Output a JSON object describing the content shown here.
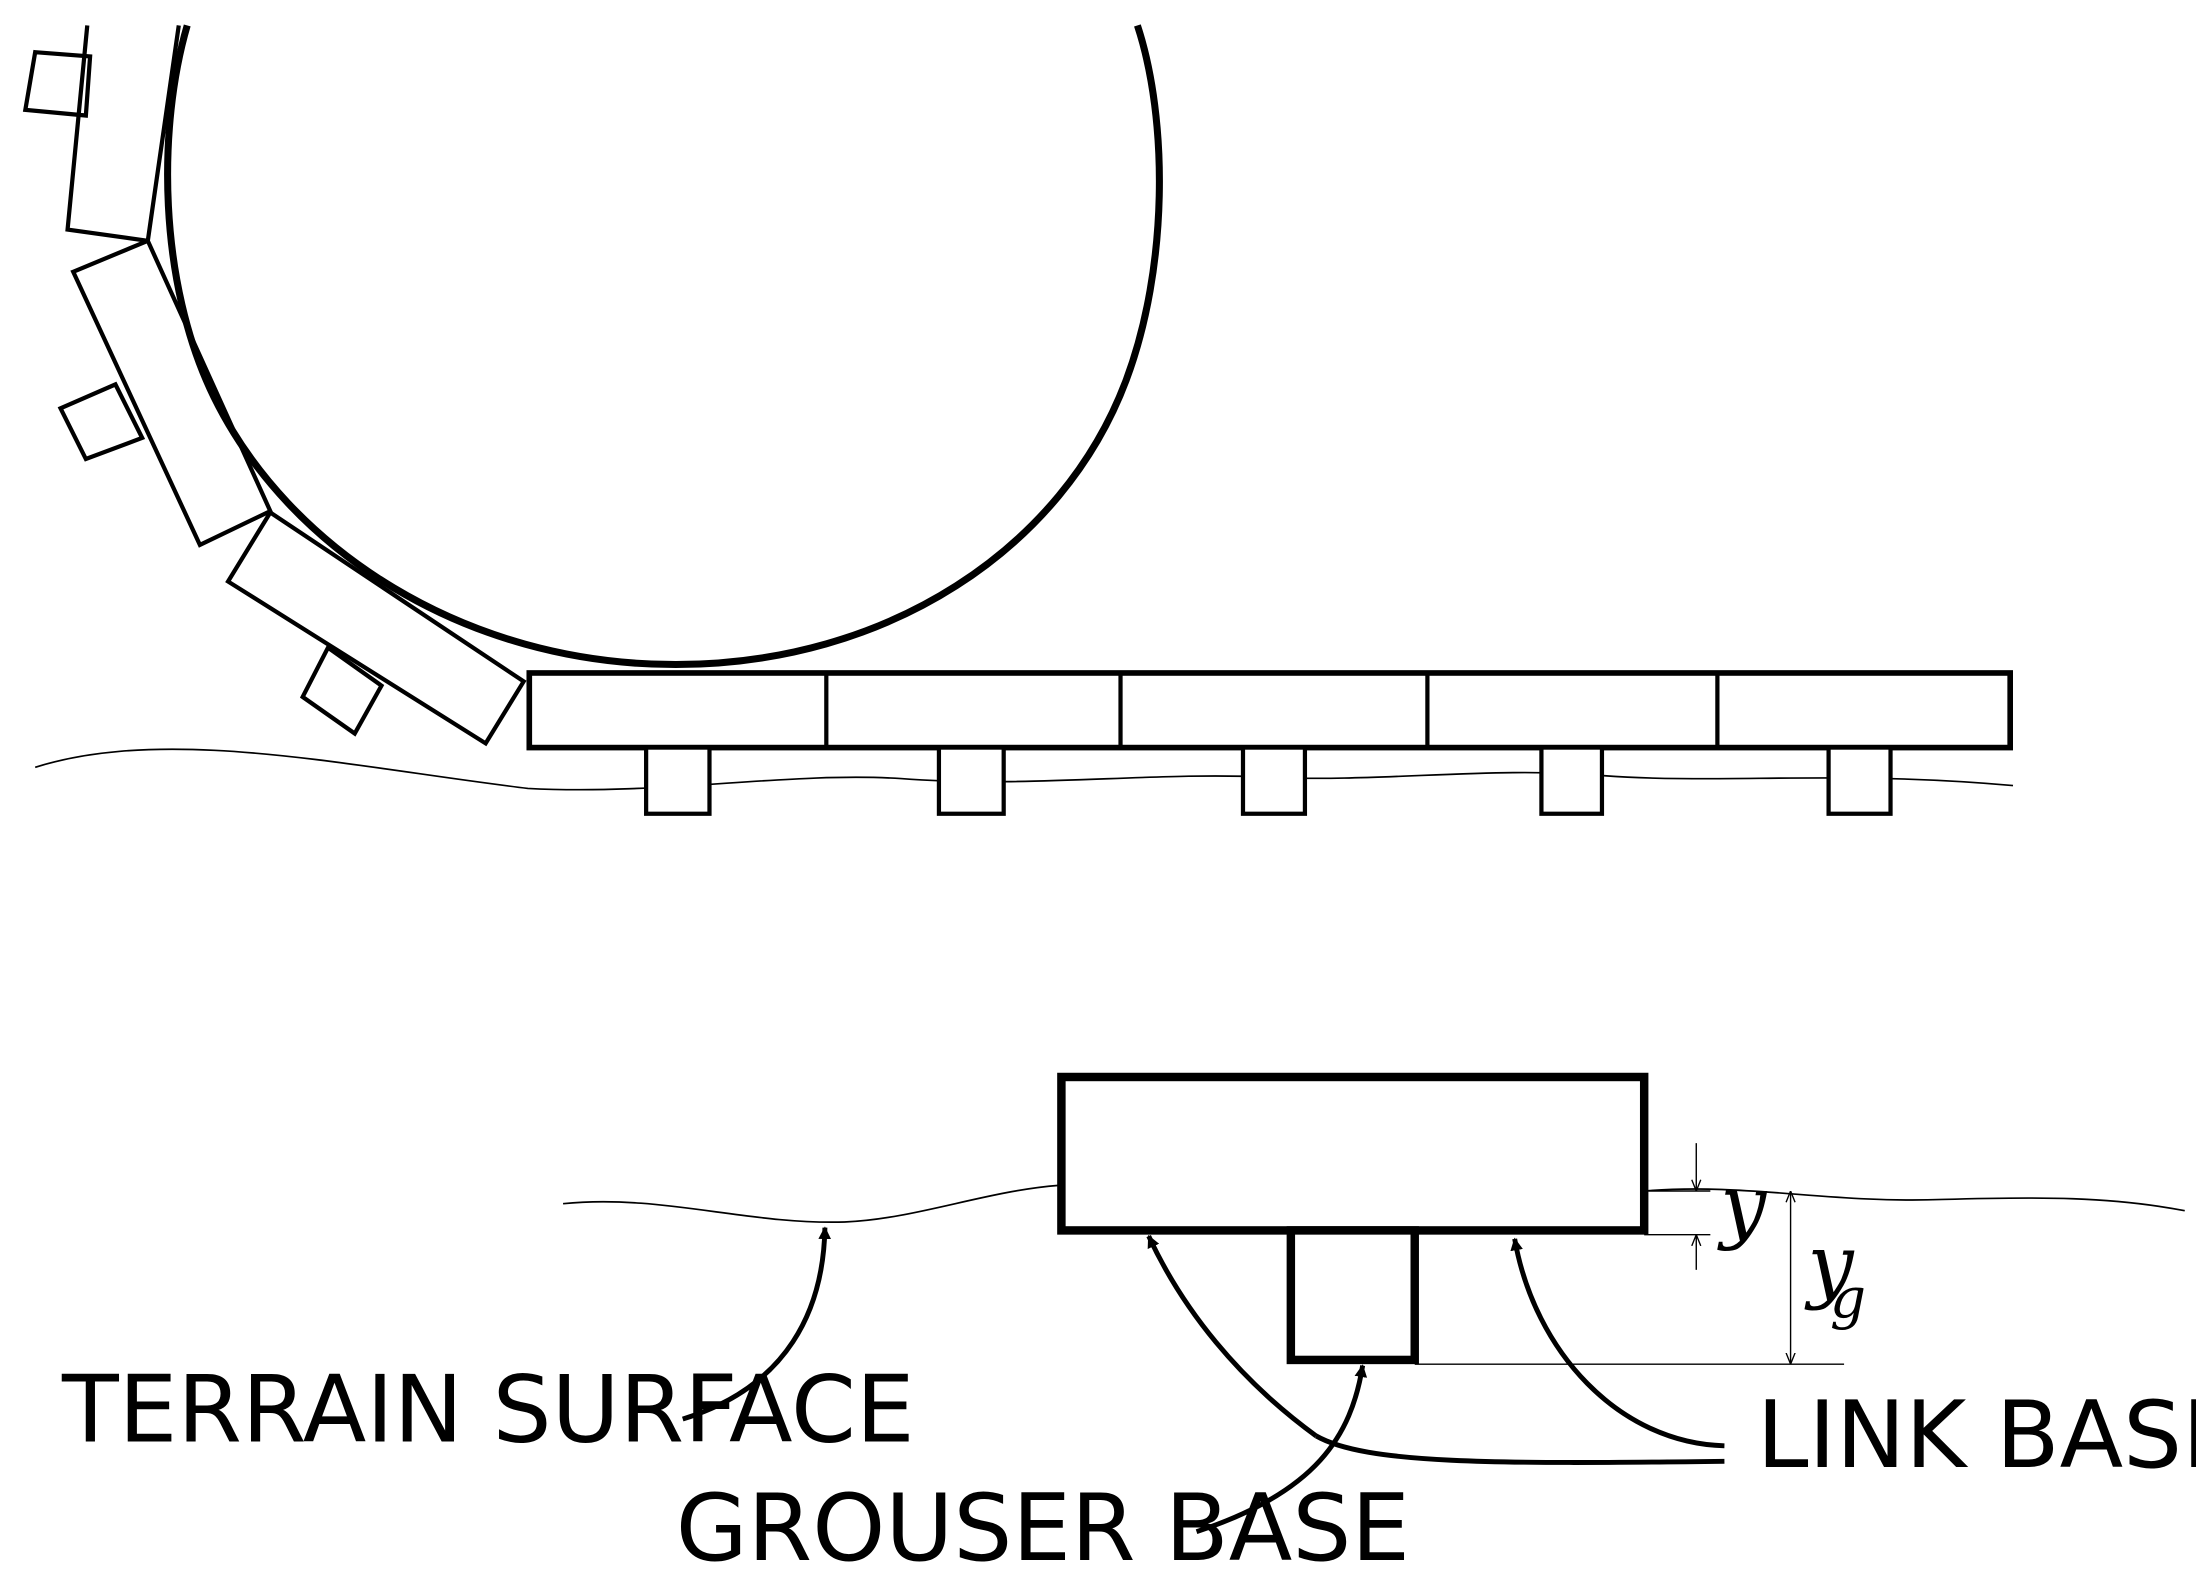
{
  "labels": {
    "terrain_surface": "TERRAIN SURFACE",
    "link_base": "LINK BASE",
    "grouser_base": "GROUSER BASE"
  },
  "dimensions": {
    "y": "y",
    "yg_main": "y",
    "yg_sub": "g"
  },
  "colors": {
    "ink": "#000000",
    "background": "#ffffff"
  }
}
